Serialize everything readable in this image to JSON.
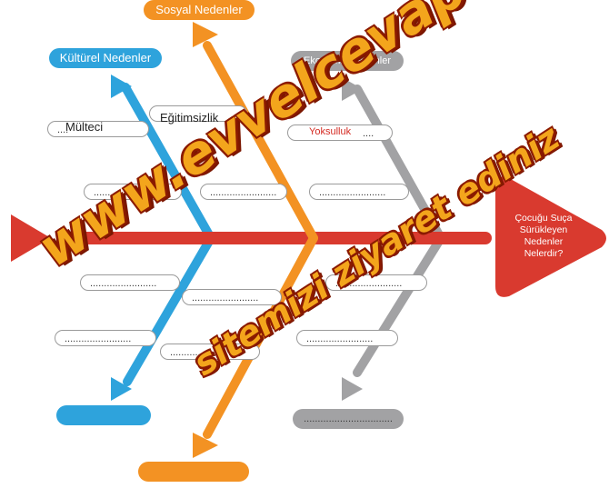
{
  "diagram": {
    "title": "Çocuğu Suça Sürükleyen Nedenler Nelerdir?",
    "title_lines": [
      "Çocuğu Suça",
      "Sürükleyen",
      "Nedenler",
      "Nelerdir?"
    ],
    "categories": {
      "cultural": {
        "label": "Kültürel Nedenler",
        "color": "#2ea3dc"
      },
      "social": {
        "label": "Sosyal Nedenler",
        "color": "#f39223"
      },
      "economic": {
        "label": "Ekonomik Nedenler",
        "color": "#a2a2a4"
      }
    },
    "spine_color": "#d93a2f",
    "boxes": {
      "cultural_1": "Mülteci",
      "cultural_2": "........................",
      "cultural_3": "........................",
      "cultural_4": "........................",
      "social_1": "Eğitimsizlik",
      "social_2": "........................",
      "social_3": "........................",
      "social_4": "........................",
      "economic_1": "Yoksulluk",
      "economic_2": "........................",
      "economic_3": "........................",
      "economic_4": "........................",
      "economic_bottom": "................................"
    },
    "filler_dots": "...."
  },
  "watermark": {
    "line1": "www.evvelcevap.com",
    "line2": "sitemizi ziyaret ediniz"
  }
}
